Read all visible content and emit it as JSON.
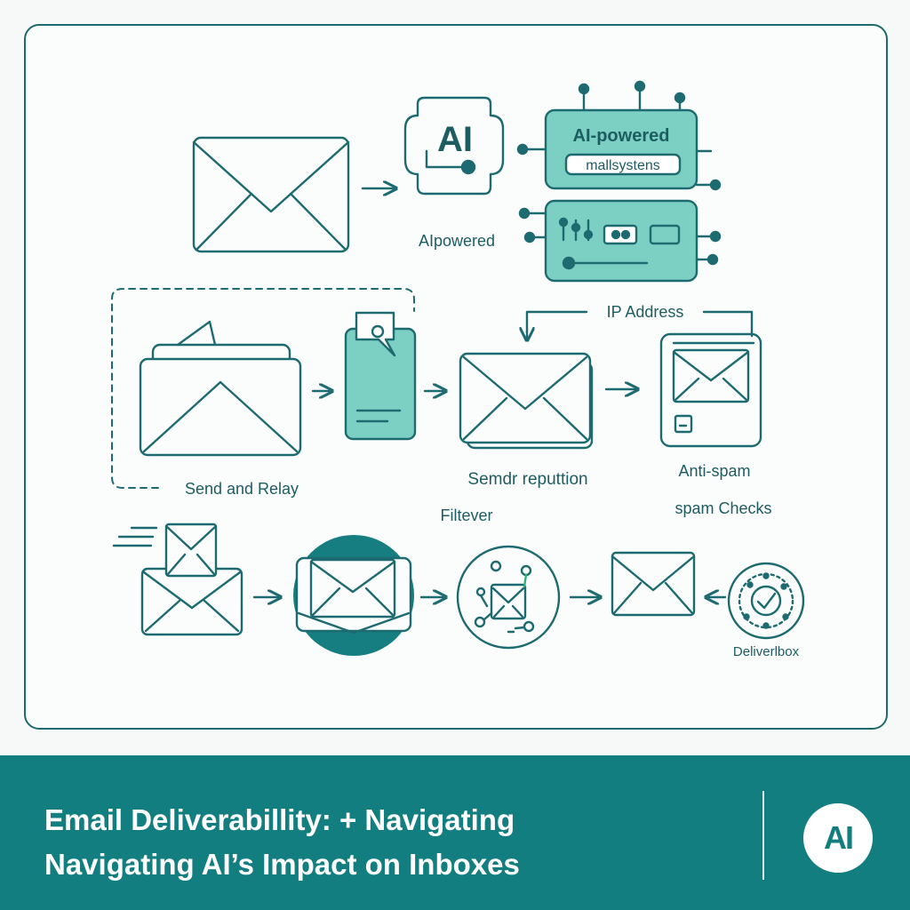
{
  "diagram": {
    "ai_badge": "AI",
    "ai_caption": "AIpowered",
    "ai_server_title": "AI-powered",
    "ai_server_subtitle": "mallsystens",
    "ip_address": "IP Address",
    "send_relay": "Send and Relay",
    "sender_reputation": "Semdr reputtion",
    "filter_label": "Filtever",
    "anti_spam": "Anti-spam",
    "spam_checks": "spam Checks",
    "deliverbox": "Deliverlbox"
  },
  "footer": {
    "title_line1": "Email Deliverabillity: + Navigating",
    "title_line2": "Navigating AI’s Impact on Inboxes",
    "logo_text": "AI"
  },
  "colors": {
    "primary": "#1d6b70",
    "accent_fill": "#7ccfc3",
    "footer_bg": "#137e80",
    "background": "#f7f9f8"
  },
  "icons": [
    "envelope-icon",
    "ai-chip-icon",
    "server-icon",
    "stacked-mail-icon",
    "phone-icon",
    "device-screen-icon",
    "network-filter-icon",
    "badge-icon",
    "logo-icon"
  ]
}
